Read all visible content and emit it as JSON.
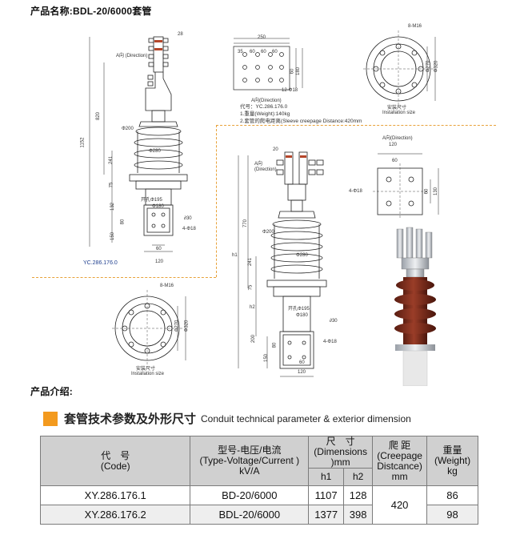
{
  "page": {
    "product_name": "产品名称:BDL-20/6000套管",
    "product_intro": "产品介绍:"
  },
  "drawing_top_left": {
    "direction": "A向 (Direction)",
    "dims": {
      "d28": "28",
      "d820": "820",
      "d1152": "1152",
      "d200": "Φ200",
      "d280": "Φ280",
      "d241": "241",
      "d75": "75",
      "kong": "开孔Φ195",
      "d180": "Φ180",
      "d132": "132",
      "d80": "80",
      "d150": "150",
      "d30": "∂30",
      "d4_18": "4-Φ18",
      "d60": "60",
      "d120": "120"
    },
    "code": "YC.286.176.0"
  },
  "drawing_top_mid": {
    "dims": {
      "d250": "250",
      "d35": "35",
      "d60a": "60",
      "d60b": "60",
      "d60c": "60",
      "d60v": "60",
      "d180v": "180",
      "d12_18": "12-Φ18"
    },
    "direction": "A向(Direction)",
    "note_code": "代号：YC.286.176.0",
    "note_weight": "1.重量(Weight):140kg",
    "note_creepage": "2.套管的爬电距离(Sleeve creepage Distance:420mm"
  },
  "drawing_top_right": {
    "m16": "8-M16",
    "d270": "Φ270",
    "d320": "Φ320",
    "install_cn": "安装尺寸",
    "install_en": "Installation size"
  },
  "drawing_bottom_left": {
    "m16": "8-M16",
    "d270": "Φ270",
    "d320": "Φ320",
    "install_cn": "安装尺寸",
    "install_en": "Installation size"
  },
  "drawing_mid": {
    "direction": "A向 (Direction)",
    "dims": {
      "d20": "20",
      "d770": "770",
      "h1": "h1",
      "d200": "Φ200",
      "d280": "Φ280",
      "d241": "241",
      "d75": "75",
      "h2": "h2",
      "kong": "开孔Φ195",
      "d180": "Φ180",
      "d30": "∂30",
      "d200v": "200",
      "d80": "80",
      "d150": "150",
      "d4_18": "4-Φ18",
      "d60": "60",
      "d120": "120"
    }
  },
  "drawing_mid_right": {
    "direction": "A向(Direction)",
    "d120": "120",
    "d60": "60",
    "d4_18": "4-Φ18",
    "d60v": "60",
    "d130": "130"
  },
  "section": {
    "title_cn": "套管技术参数及外形尺寸",
    "title_en": "Conduit technical parameter & exterior dimension",
    "accent": "#f39a1e"
  },
  "table": {
    "headers": {
      "code_cn": "代　号",
      "code_en": "(Code)",
      "type_cn": "型号-电压/电流",
      "type_en": "(Type-Voltage/Current )",
      "type_unit": "kV/A",
      "dim_cn": "尺　寸",
      "dim_en": "(Dimensions )mm",
      "h1": "h1",
      "h2": "h2",
      "creep_cn": "爬 距",
      "creep_en1": "(Creepage",
      "creep_en2": "Distcance)",
      "creep_unit": "mm",
      "weight_cn": "重量",
      "weight_en": "(Weight)",
      "weight_unit": "kg"
    },
    "rows": [
      {
        "code": "XY.286.176.1",
        "type": "BD-20/6000",
        "h1": "1107",
        "h2": "128",
        "weight": "86"
      },
      {
        "code": "XY.286.176.2",
        "type": "BDL-20/6000",
        "h1": "1377",
        "h2": "398",
        "weight": "98"
      }
    ],
    "creepage": "420"
  }
}
